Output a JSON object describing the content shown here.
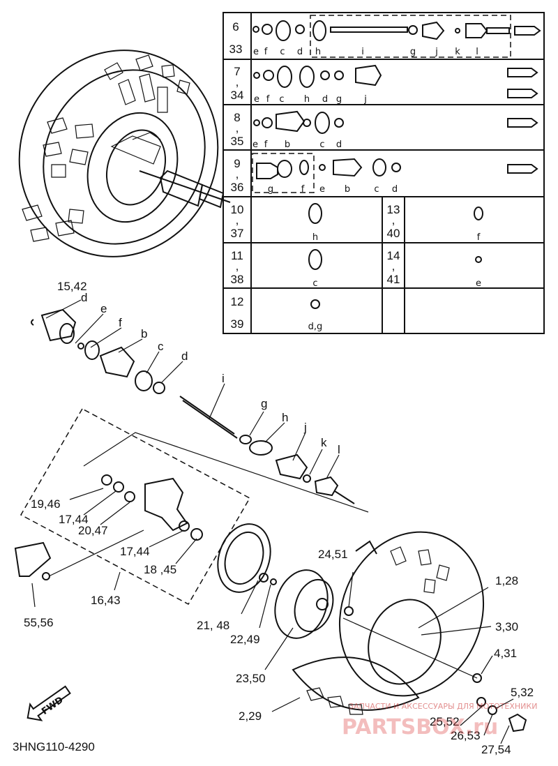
{
  "diagram": {
    "code": "3HNG110-4290",
    "fwd_label": "FWD",
    "watermark_line": "ЗАПЧАСТИ И АКСЕССУАРЫ ДЛЯ МОТОТЕХНИКИ",
    "watermark_logo": "PARTSBOX.ru"
  },
  "callouts": {
    "c15_42": "15,42",
    "c_d1": "d",
    "c_e1": "e",
    "c_f1": "f",
    "c_b1": "b",
    "c_c1": "c",
    "c_d2": "d",
    "c_i": "i",
    "c_g": "g",
    "c_h": "h",
    "c_j": "j",
    "c_k": "k",
    "c_l": "l",
    "c19_46": "19,46",
    "c17_44a": "17,44",
    "c20_47": "20,47",
    "c17_44b": "17,44",
    "c18_45": "18 ,45",
    "c16_43": "16,43",
    "c55_56": "55,56",
    "c24_51": "24,51",
    "c1_28": "1,28",
    "c3_30": "3,30",
    "c4_31": "4,31",
    "c21_48": "21, 48",
    "c22_49": "22,49",
    "c23_50": "23,50",
    "c2_29": "2,29",
    "c5_32": "5,32",
    "c25_52": "25,52",
    "c26_53": "26,53",
    "c27_54": "27,54"
  },
  "table": {
    "rows": [
      {
        "num_a": "6",
        "num_b": "33",
        "letters": [
          "e",
          "f",
          "c",
          "d",
          "h",
          "i",
          "g",
          "j",
          "k",
          "l"
        ]
      },
      {
        "num_a": "7",
        "num_b": "34",
        "letters": [
          "e",
          "f",
          "c",
          "h",
          "d",
          "g",
          "j"
        ]
      },
      {
        "num_a": "8",
        "num_b": "35",
        "letters": [
          "e",
          "f",
          "b",
          "c",
          "d"
        ]
      },
      {
        "num_a": "9",
        "num_b": "36",
        "letters": [
          "g",
          "f",
          "e",
          "b",
          "c",
          "d"
        ]
      },
      {
        "num_a": "10",
        "num_b": "37",
        "letters": [
          "h"
        ],
        "num2_a": "13",
        "num2_b": "40",
        "letters2": [
          "f"
        ]
      },
      {
        "num_a": "11",
        "num_b": "38",
        "letters": [
          "c"
        ],
        "num2_a": "14",
        "num2_b": "41",
        "letters2": [
          "e"
        ]
      },
      {
        "num_a": "12",
        "num_b": "39",
        "letters": [
          "d,g"
        ]
      }
    ],
    "comma": ","
  }
}
